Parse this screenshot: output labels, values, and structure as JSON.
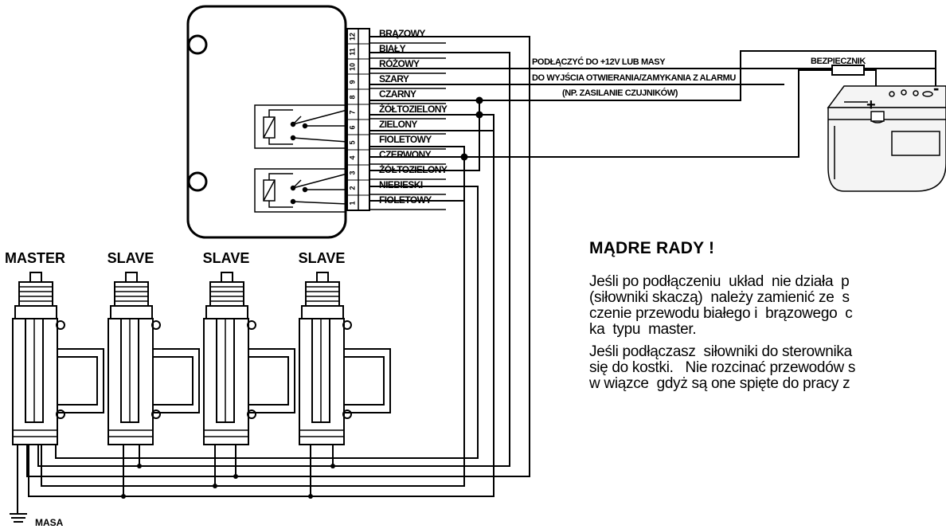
{
  "controller": {
    "pins": [
      "12",
      "11",
      "10",
      "9",
      "8",
      "7",
      "6",
      "5",
      "4",
      "3",
      "2",
      "1"
    ],
    "wires": [
      "BRĄZOWY",
      "BIAŁY",
      "RÓŻOWY",
      "SZARY",
      "CZARNY",
      "ŻÓŁTOZIELONY",
      "ZIELONY",
      "FIOLETOWY",
      "CZERWONY",
      "ŻÓŁTOZIELONY",
      "NIEBIESKI",
      "FIOLETOWY"
    ]
  },
  "notes": {
    "power": "PODŁĄCZYĆ DO +12V LUB MASY",
    "alarm_output": "DO WYJŚCIA OTWIERANIA/ZAMYKANIA  Z ALARMU",
    "sensor_supply": "(NP. ZASILANIE CZUJNIKÓW)",
    "fuse": "BEZPIECZNIK",
    "plus": "+",
    "minus": "-"
  },
  "actuators": [
    "MASTER",
    "SLAVE",
    "SLAVE",
    "SLAVE"
  ],
  "ground": "MASA",
  "advice": {
    "title": "MĄDRE RADY !",
    "p1": "Jeśli po podłączeniu  układ  nie działa  p\n(siłowniki skaczą)  należy zamienić ze  s\nczenie przewodu białego i  brązowego  c\nka  typu  master.",
    "p2": "Jeśli podłączasz  siłowniki do sterownika\nsię do kostki.   Nie rozcinać przewodów s\nw wiązce  gdyż są one spięte do pracy z"
  }
}
